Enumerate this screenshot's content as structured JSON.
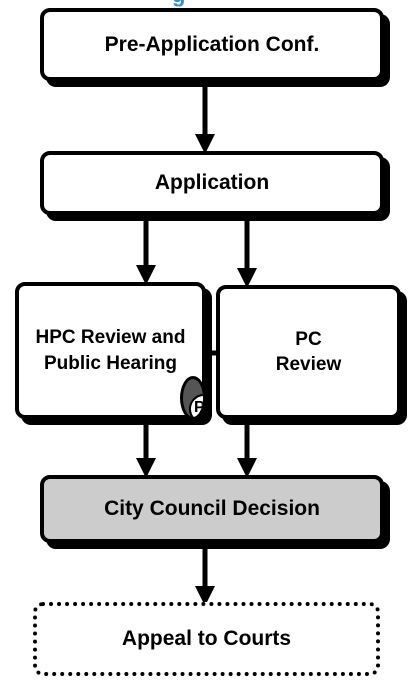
{
  "diagram": {
    "title_fragment": "g",
    "nodes": {
      "pre_application": "Pre-Application Conf.",
      "application": "Application",
      "hpc_review": "HPC Review and Public Hearing",
      "pc_review": "PC Review",
      "city_council": "City Council Decision",
      "appeal": "Appeal to Courts"
    },
    "badge_letter": "P",
    "edges": [
      {
        "from": "pre_application",
        "to": "application"
      },
      {
        "from": "application",
        "to": "hpc_review"
      },
      {
        "from": "application",
        "to": "pc_review"
      },
      {
        "from": "hpc_review",
        "to": "pc_review",
        "bidirectional": true
      },
      {
        "from": "hpc_review",
        "to": "city_council"
      },
      {
        "from": "pc_review",
        "to": "city_council"
      },
      {
        "from": "city_council",
        "to": "appeal"
      }
    ],
    "colors": {
      "title": "#2f8fd0",
      "decision_fill": "#cccccc",
      "badge_fill": "#555555",
      "line": "#000000"
    }
  }
}
